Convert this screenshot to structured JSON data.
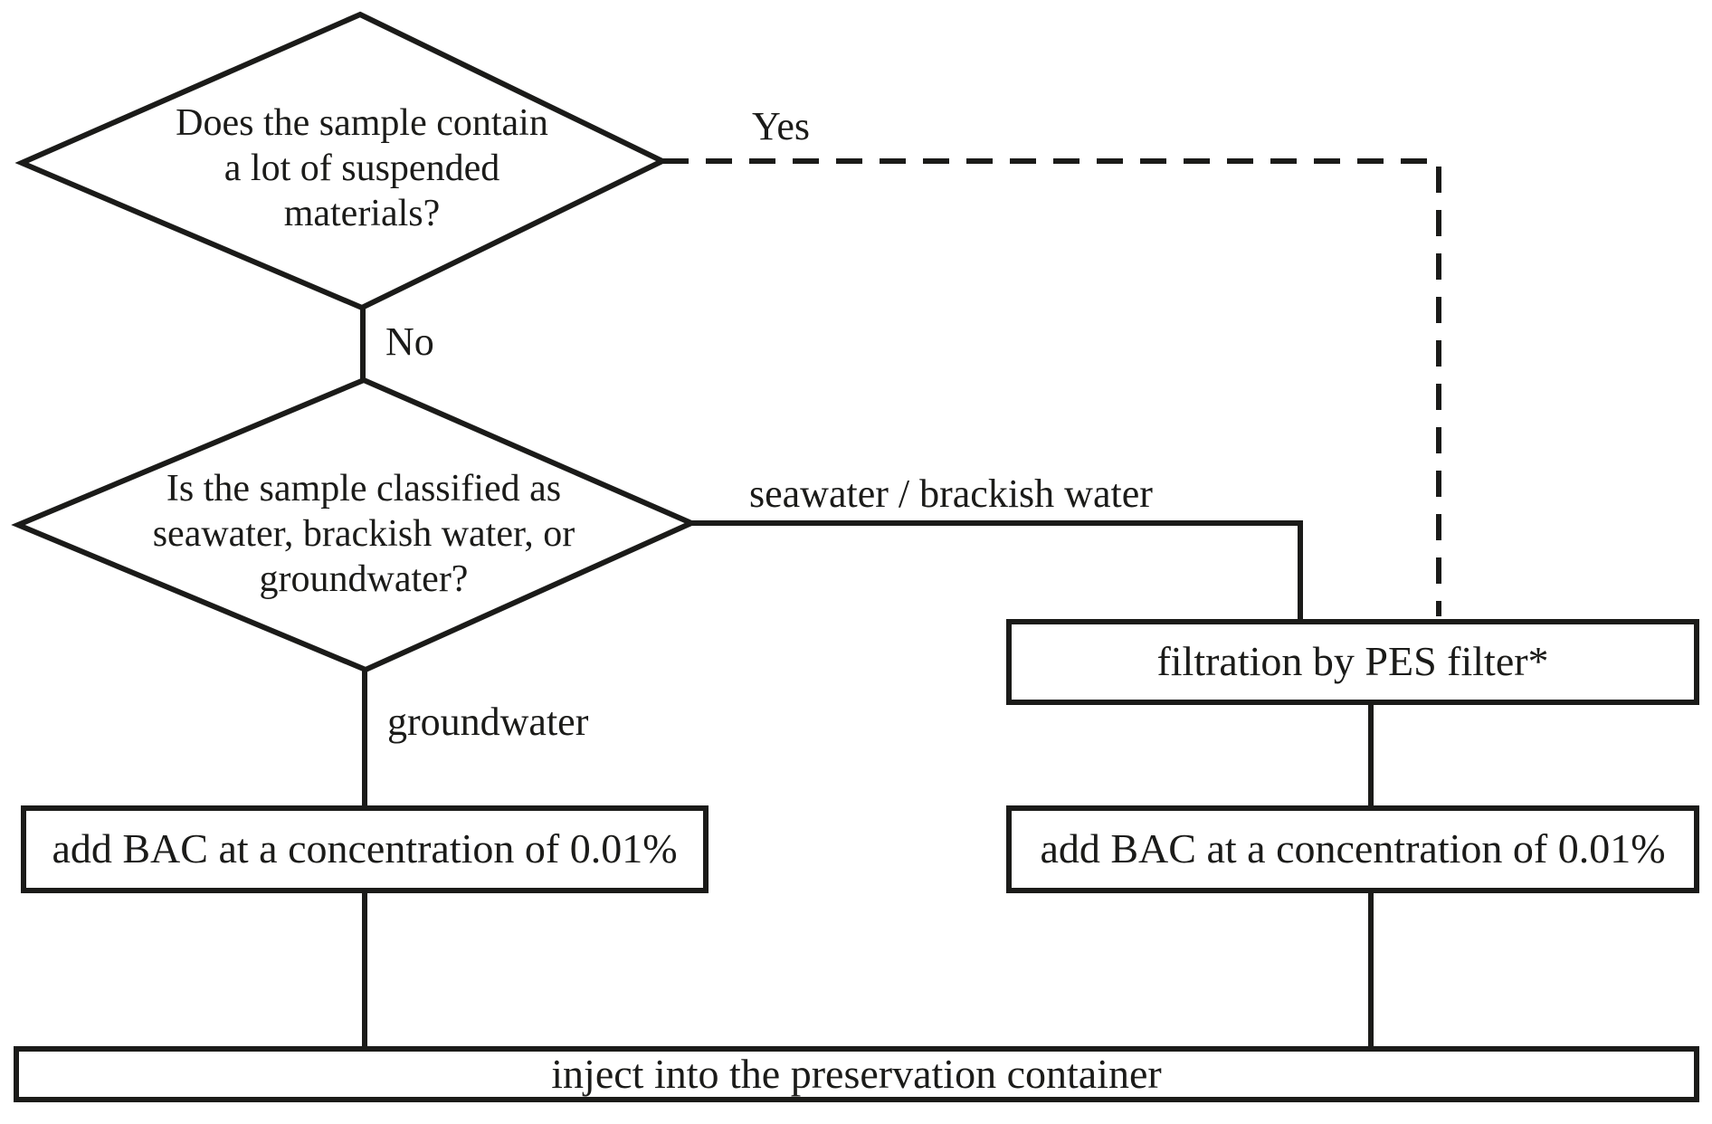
{
  "figure": {
    "type": "flowchart",
    "description": "Water sample preservation decision flowchart"
  },
  "nodes": {
    "decision_suspended": {
      "shape": "diamond",
      "lines": [
        "Does the sample contain",
        "a lot of suspended",
        "materials?"
      ]
    },
    "decision_classified": {
      "shape": "diamond",
      "lines": [
        "Is the sample classified as",
        "seawater, brackish water, or",
        "groundwater?"
      ]
    },
    "filtration": {
      "shape": "rect",
      "label": "filtration by PES filter*"
    },
    "add_bac_left": {
      "shape": "rect",
      "label": "add BAC at a concentration of 0.01%"
    },
    "add_bac_right": {
      "shape": "rect",
      "label": "add BAC at a concentration of 0.01%"
    },
    "inject": {
      "shape": "rect",
      "label": "inject into the preservation container"
    }
  },
  "edges": {
    "yes": {
      "label": "Yes",
      "style": "dashed",
      "from": "decision_suspended",
      "to": "filtration"
    },
    "no": {
      "label": "No",
      "style": "solid",
      "from": "decision_suspended",
      "to": "decision_classified"
    },
    "seawater": {
      "label": "seawater / brackish water",
      "style": "solid",
      "from": "decision_classified",
      "to": "filtration"
    },
    "groundwater": {
      "label": "groundwater",
      "style": "solid",
      "from": "decision_classified",
      "to": "add_bac_left"
    }
  },
  "colors": {
    "line": "#1b1b19",
    "text": "#1b1b19",
    "background": "#ffffff"
  }
}
